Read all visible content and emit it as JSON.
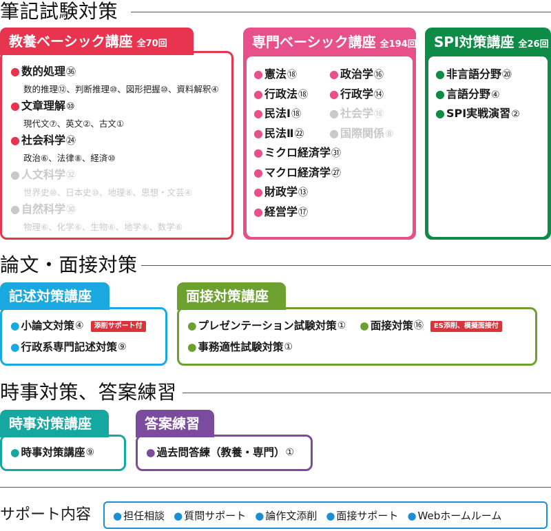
{
  "written_exam": {
    "title": "筆記試験対策",
    "general_basic": {
      "title": "教養ベーシック講座",
      "total": "全70回",
      "color": "#e8344e",
      "items": [
        {
          "label": "数的処理",
          "count": "㊱",
          "sub": "数的推理⑫、判断推理⑩、図形把握⑩、資料解釈④",
          "active": true
        },
        {
          "label": "文章理解",
          "count": "⑩",
          "sub": "現代文⑦、英文②、古文①",
          "active": true
        },
        {
          "label": "社会科学",
          "count": "㉔",
          "sub": "政治⑥、法律⑧、経済⑩",
          "active": true
        },
        {
          "label": "人文科学",
          "count": "㉜",
          "sub": "世界史⑩、日本史⑩、地理⑧、思想・文芸④",
          "active": false
        },
        {
          "label": "自然科学",
          "count": "㉚",
          "sub": "物理⑥、化学⑥、生物⑥、地学⑥、数学⑥",
          "active": false
        }
      ]
    },
    "specialized_basic": {
      "title": "専門ベーシック講座",
      "total": "全194回",
      "color": "#e8508c",
      "items": [
        {
          "label": "憲法",
          "count": "⑱",
          "active": true
        },
        {
          "label": "政治学",
          "count": "⑯",
          "active": true
        },
        {
          "label": "行政法",
          "count": "⑱",
          "active": true
        },
        {
          "label": "行政学",
          "count": "⑭",
          "active": true
        },
        {
          "label": "民法Ⅰ",
          "count": "⑱",
          "active": true
        },
        {
          "label": "社会学",
          "count": "⑱",
          "active": false
        },
        {
          "label": "民法Ⅱ",
          "count": "㉒",
          "active": true
        },
        {
          "label": "国際関係",
          "count": "⑧",
          "active": false
        },
        {
          "label": "ミクロ経済学",
          "count": "㉛",
          "active": true
        },
        {
          "label": "マクロ経済学",
          "count": "㉗",
          "active": true
        },
        {
          "label": "財政学",
          "count": "⑬",
          "active": true
        },
        {
          "label": "経営学",
          "count": "⑰",
          "active": true
        }
      ]
    },
    "spi": {
      "title": "SPI対策講座",
      "total": "全26回",
      "color": "#0e8b47",
      "items": [
        {
          "label": "非言語分野",
          "count": "⑳"
        },
        {
          "label": "言語分野",
          "count": "④"
        },
        {
          "label": "SPI実戦演習",
          "count": "②"
        }
      ]
    }
  },
  "essay_interview": {
    "title": "論文・面接対策",
    "written_course": {
      "title": "記述対策講座",
      "color": "#1aa8e0",
      "items": [
        {
          "label": "小論文対策",
          "count": "④",
          "badge": "添削サポート付"
        },
        {
          "label": "行政系専門記述対策",
          "count": "⑨"
        }
      ]
    },
    "interview_course": {
      "title": "面接対策講座",
      "color": "#6da12f",
      "items": [
        {
          "label": "プレゼンテーション試験対策",
          "count": "①"
        },
        {
          "label": "面接対策",
          "count": "⑯",
          "badge": "ES添削、模擬面接付"
        },
        {
          "label": "事務適性試験対策",
          "count": "①"
        }
      ]
    }
  },
  "current_affairs": {
    "title": "時事対策、答案練習",
    "current_course": {
      "title": "時事対策講座",
      "color": "#14a8a0",
      "items": [
        {
          "label": "時事対策講座",
          "count": "⑨"
        }
      ]
    },
    "answer_practice": {
      "title": "答案練習",
      "color": "#7b4b9d",
      "items": [
        {
          "label": "過去問答練（教養・専門）",
          "count": "①"
        }
      ]
    }
  },
  "support": {
    "title": "サポート内容",
    "color": "#1a8fd8",
    "items": [
      "担任相談",
      "質問サポート",
      "論作文添削",
      "面接サポート",
      "Webホームルーム"
    ]
  },
  "badge_color": "#d9343a",
  "bullet": "●"
}
